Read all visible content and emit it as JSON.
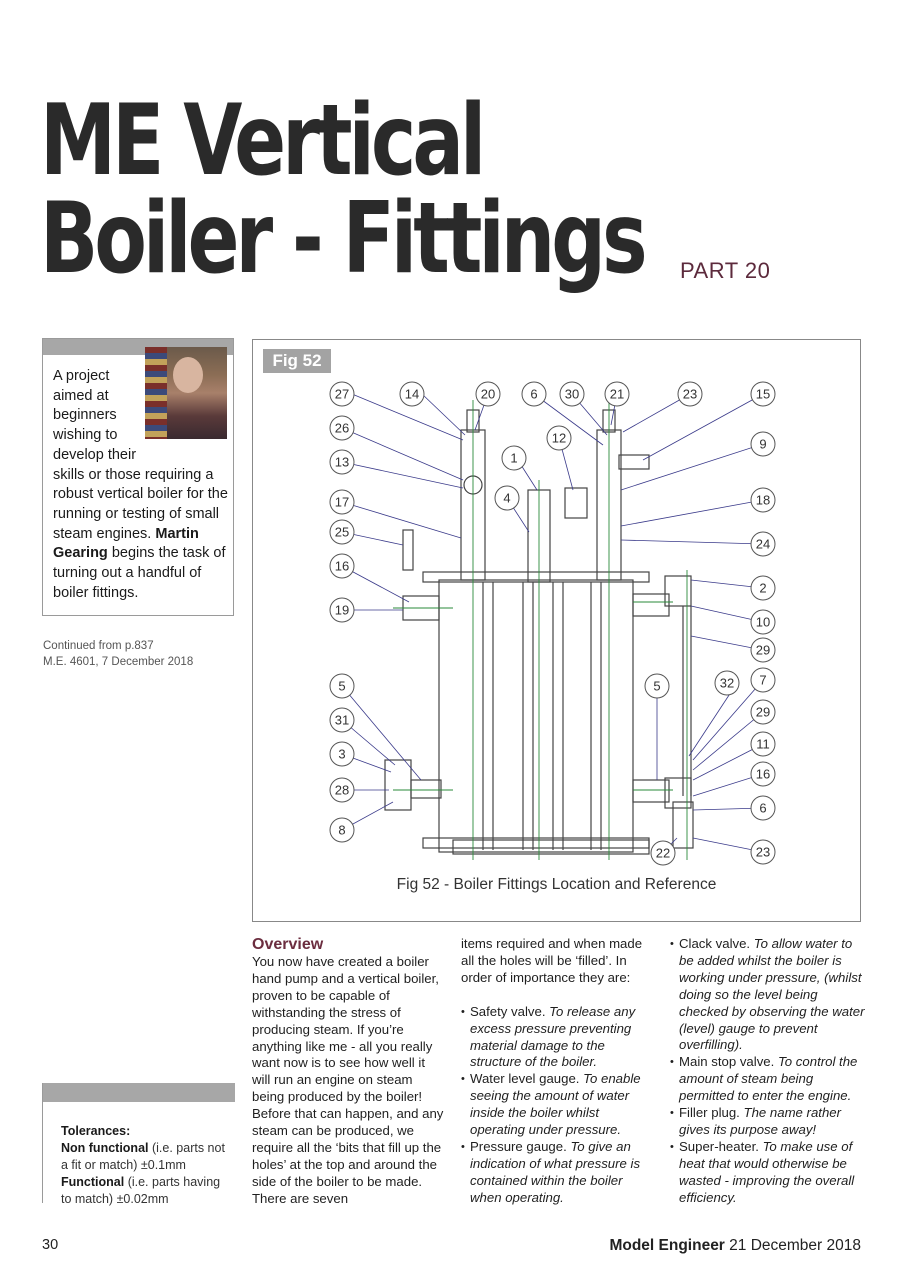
{
  "header": {
    "title_line1": "ME Vertical",
    "title_line2": "Boiler - Fittings",
    "part": "PART 20"
  },
  "intro": {
    "narrow_lines": [
      "A project",
      "aimed at",
      "beginners",
      "wishing to",
      "develop their"
    ],
    "text_rest": "skills or those requiring a robust vertical boiler for the running or testing of small steam engines.",
    "author": "Martin Gearing",
    "text_after": "begins the task of turning out a handful of boiler fittings."
  },
  "continued": {
    "line1": "Continued from p.837",
    "line2": "M.E. 4601, 7 December 2018"
  },
  "figure": {
    "label": "Fig 52",
    "caption": "Fig 52 - Boiler Fittings Location and Reference",
    "callouts_top": [
      "27",
      "14",
      "20",
      "6",
      "30",
      "21",
      "23",
      "15"
    ],
    "callouts_left": [
      "26",
      "13",
      "17",
      "25",
      "16",
      "19",
      "5",
      "31",
      "3",
      "28",
      "8"
    ],
    "callouts_right": [
      "9",
      "18",
      "24",
      "2",
      "10",
      "29",
      "7",
      "29",
      "11",
      "16",
      "6",
      "23"
    ],
    "callouts_inner": [
      "12",
      "1",
      "4",
      "5",
      "32",
      "22"
    ]
  },
  "article": {
    "overview_heading": "Overview",
    "col1": "You now have created a boiler hand pump and a vertical boiler, proven to be capable of withstanding the stress of producing steam. If you’re anything like me - all you really want now is to see how well it will run an engine on steam being produced by the boiler! Before that can happen, and any steam can be produced, we require all the ‘bits that fill up the holes’ at the top and around the side of the boiler to be made. There are seven",
    "col2_intro": "items required and when made all the holes will be ‘filled’. In order of importance they are:",
    "items": [
      {
        "name": "Safety valve.",
        "desc": "To release any excess pressure preventing material damage to the structure of the boiler."
      },
      {
        "name": "Water level gauge.",
        "desc": "To enable seeing the amount of water inside the boiler whilst operating under pressure."
      },
      {
        "name": "Pressure gauge.",
        "desc": "To give an indication of what pressure is contained within the boiler when operating."
      },
      {
        "name": "Clack valve.",
        "desc": "To allow water to be added whilst the boiler is working under pressure, (whilst doing so the level being checked by observing the water (level) gauge to prevent overfilling)."
      },
      {
        "name": "Main stop valve.",
        "desc": "To control the amount of steam being permitted to enter the engine."
      },
      {
        "name": "Filler plug.",
        "desc": "The name rather gives its purpose away!"
      },
      {
        "name": "Super-heater.",
        "desc": "To make use of heat that would otherwise be wasted - improving the overall efficiency."
      }
    ]
  },
  "tolerances": {
    "heading": "Tolerances:",
    "nf_label": "Non functional",
    "nf_text": "(i.e. parts not a fit or match) ±0.1mm",
    "f_label": "Functional",
    "f_text": "(i.e. parts having to match) ±0.02mm"
  },
  "footer": {
    "page_number": "30",
    "magazine": "Model Engineer",
    "date": "21 December 2018"
  }
}
